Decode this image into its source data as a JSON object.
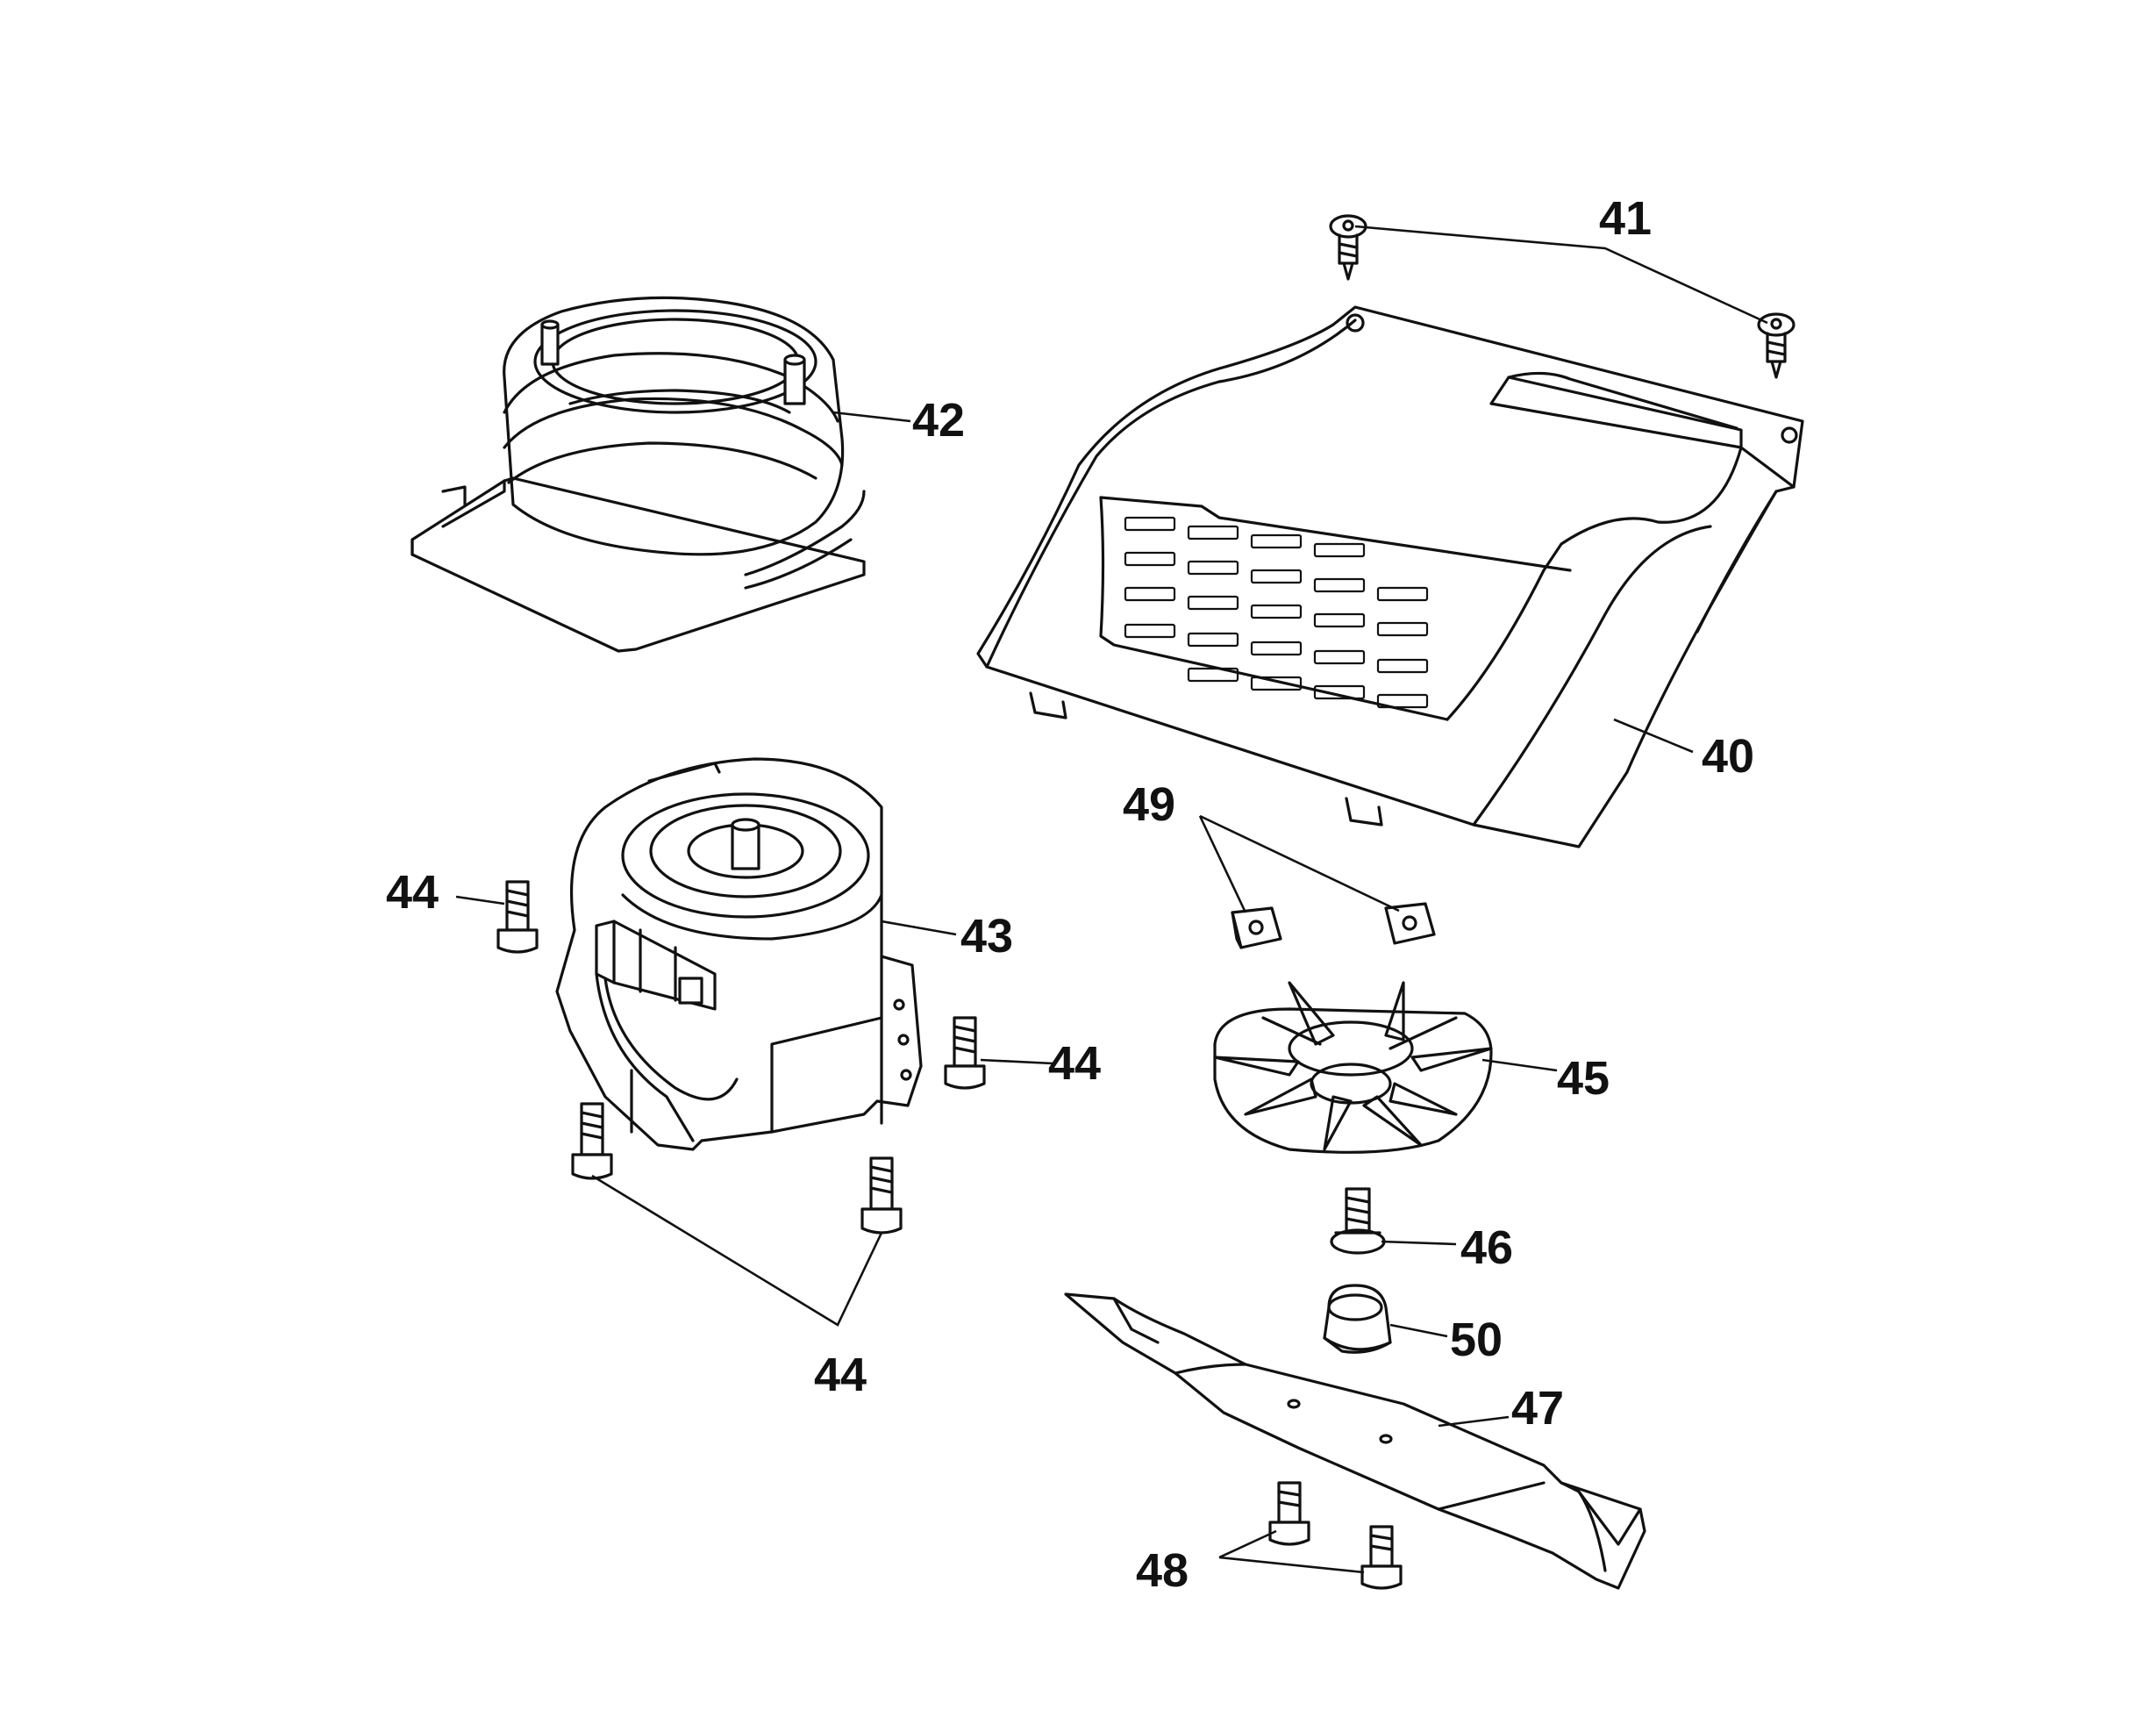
{
  "callouts": [
    {
      "id": "c41",
      "text": "41"
    },
    {
      "id": "c42",
      "text": "42"
    },
    {
      "id": "c40",
      "text": "40"
    },
    {
      "id": "c49",
      "text": "49"
    },
    {
      "id": "c44a",
      "text": "44"
    },
    {
      "id": "c43",
      "text": "43"
    },
    {
      "id": "c44b",
      "text": "44"
    },
    {
      "id": "c45",
      "text": "45"
    },
    {
      "id": "c46",
      "text": "46"
    },
    {
      "id": "c50",
      "text": "50"
    },
    {
      "id": "c44c",
      "text": "44"
    },
    {
      "id": "c47",
      "text": "47"
    },
    {
      "id": "c48",
      "text": "48"
    }
  ]
}
